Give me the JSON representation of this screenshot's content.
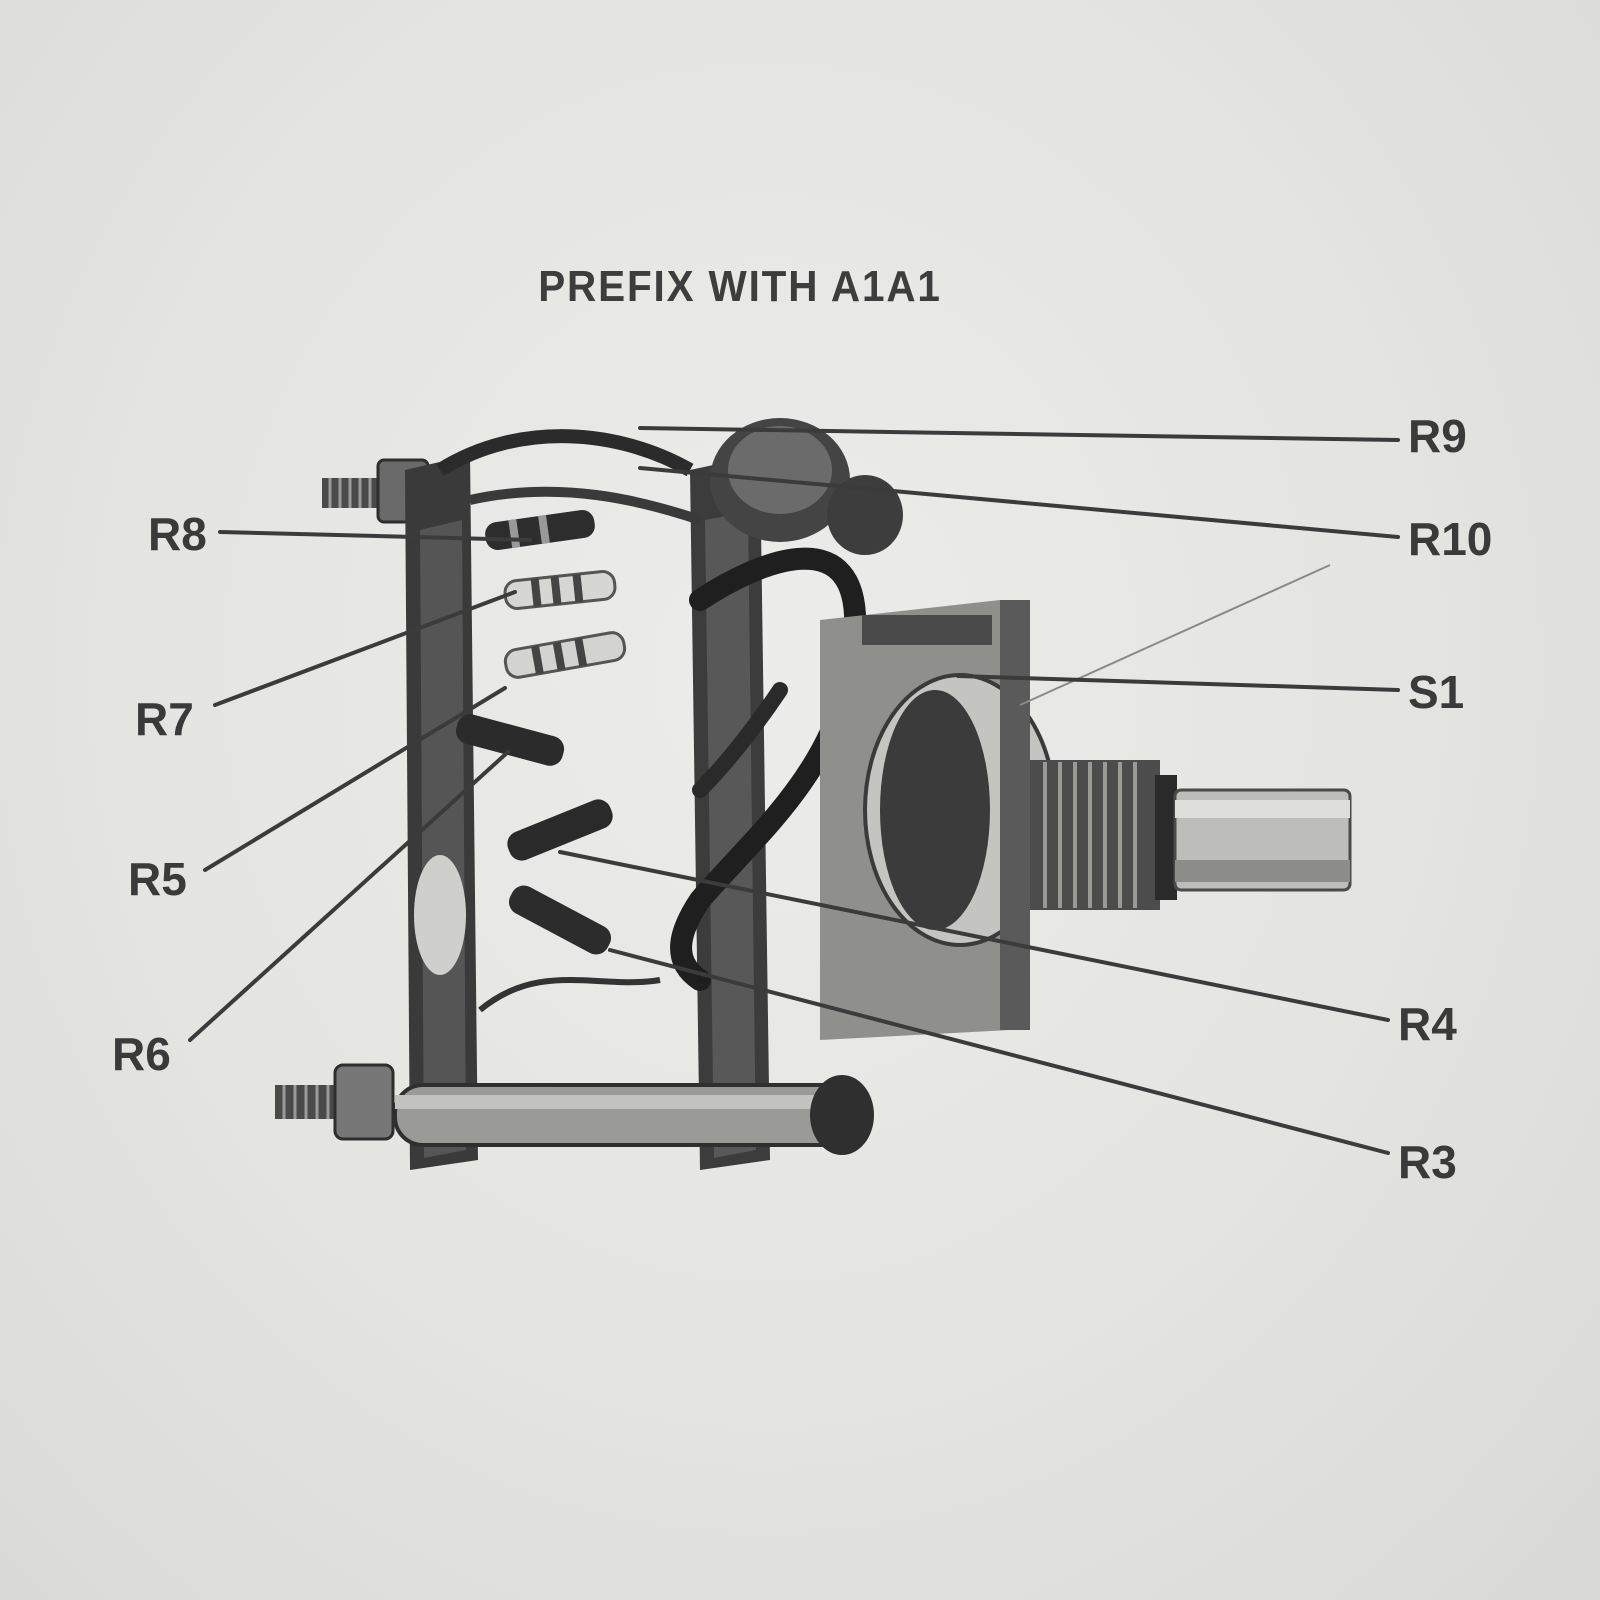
{
  "figure": {
    "title": "PREFIX WITH A1A1"
  },
  "callouts": [
    {
      "id": "r9",
      "label": "R9"
    },
    {
      "id": "r10",
      "label": "R10"
    },
    {
      "id": "r8",
      "label": "R8"
    },
    {
      "id": "s1",
      "label": "S1"
    },
    {
      "id": "r7",
      "label": "R7"
    },
    {
      "id": "r5",
      "label": "R5"
    },
    {
      "id": "r6",
      "label": "R6"
    },
    {
      "id": "r4",
      "label": "R4"
    },
    {
      "id": "r3",
      "label": "R3"
    }
  ],
  "colors": {
    "ink": "#3a3a3a",
    "paper": "#e4e4e1"
  }
}
